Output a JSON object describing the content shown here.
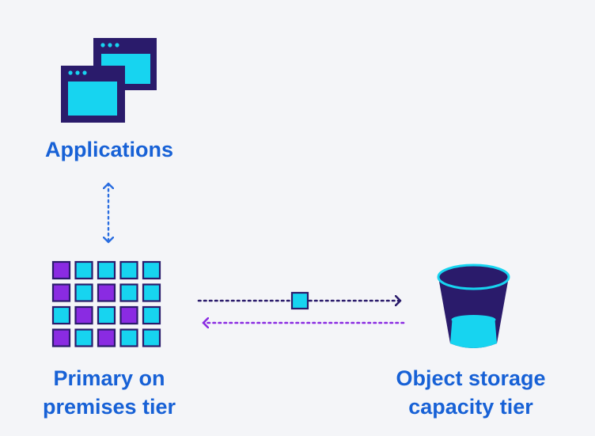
{
  "nodes": {
    "applications": {
      "label": "Applications",
      "icon": "application-windows-icon"
    },
    "primary": {
      "label_line1": "Primary on",
      "label_line2": "premises tier",
      "icon": "storage-grid-icon"
    },
    "object_storage": {
      "label_line1": "Object storage",
      "label_line2": "capacity tier",
      "icon": "bucket-icon"
    }
  },
  "colors": {
    "navy": "#2a1b6b",
    "cyan": "#17d4f0",
    "purple": "#8a2be2",
    "label_blue": "#1761d6",
    "arrow_blue": "#2a6de0",
    "background": "#f4f5f8"
  },
  "grid": {
    "rows": 4,
    "cols": 5,
    "purple_cells": [
      [
        0,
        0
      ],
      [
        1,
        0
      ],
      [
        1,
        2
      ],
      [
        2,
        1
      ],
      [
        2,
        3
      ],
      [
        3,
        0
      ],
      [
        3,
        2
      ]
    ]
  }
}
